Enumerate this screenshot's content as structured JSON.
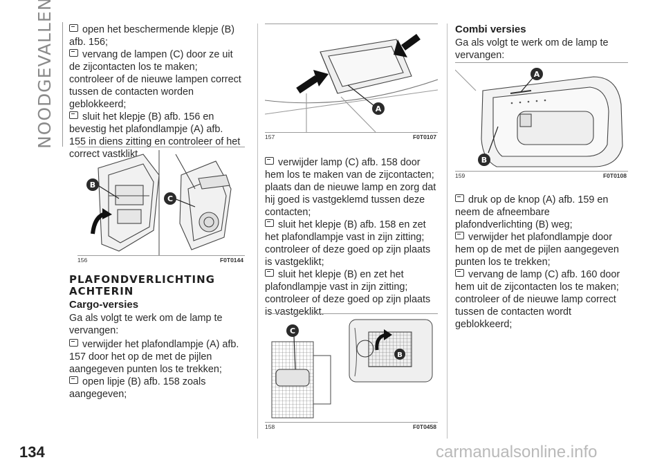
{
  "section_title": "NOODGEVALLEN",
  "page_number": "134",
  "watermark": "carmanualsonline.info",
  "col1": {
    "bullets": [
      "open het beschermende klepje (B) afb. 156;",
      "vervang de lampen (C) door ze uit de zijcontacten los te maken; controleer of de nieuwe lampen correct tussen de contacten worden geblokkeerd;",
      "sluit het klepje (B) afb. 156 en bevestig het plafondlampje (A) afb. 155 in diens zitting en controleer of het correct vastklikt."
    ],
    "heading": "PLAFONDVERLICHTING ACHTERIN",
    "subheading": "Cargo-versies",
    "intro": "Ga als volgt te werk om de lamp te vervangen:",
    "bullets2": [
      "verwijder het plafondlampje (A) afb. 157 door het op de met de pijlen aangegeven punten los te trekken;",
      "open lipje (B) afb. 158 zoals aangegeven;"
    ]
  },
  "col2": {
    "bullets": [
      "verwijder lamp (C) afb. 158 door hem los te maken van de zijcontacten; plaats dan de nieuwe lamp en zorg dat hij goed is vastgeklemd tussen deze contacten;",
      "sluit het klepje (B) afb. 158 en zet het plafondlampje vast in zijn zitting; controleer of deze goed op zijn plaats is vastgeklikt;",
      "sluit het klepje (B) en zet het plafondlampje vast in zijn zitting; controleer of deze goed op zijn plaats is vastgeklikt."
    ]
  },
  "col3": {
    "subheading": "Combi versies",
    "intro": "Ga als volgt te werk om de lamp te vervangen:",
    "bullets": [
      "druk op de knop (A) afb. 159 en neem de afneembare plafondverlichting (B) weg;",
      "verwijder het plafondlampje door hem op de met de pijlen aangegeven punten los te trekken;",
      "vervang de lamp (C) afb. 160 door hem uit de zijcontacten los te maken; controleer of de nieuwe lamp correct tussen de contacten wordt geblokkeerd;"
    ]
  },
  "figures": {
    "f156": {
      "num": "156",
      "code": "F0T0144",
      "labels": [
        "B",
        "C"
      ]
    },
    "f157": {
      "num": "157",
      "code": "F0T0107",
      "labels": [
        "A"
      ]
    },
    "f158": {
      "num": "158",
      "code": "F0T0458",
      "labels": [
        "C",
        "B"
      ]
    },
    "f159": {
      "num": "159",
      "code": "F0T0108",
      "labels": [
        "A",
        "B"
      ]
    }
  },
  "colors": {
    "callout": "#2b2b2b",
    "rule": "#9a9a9a"
  }
}
